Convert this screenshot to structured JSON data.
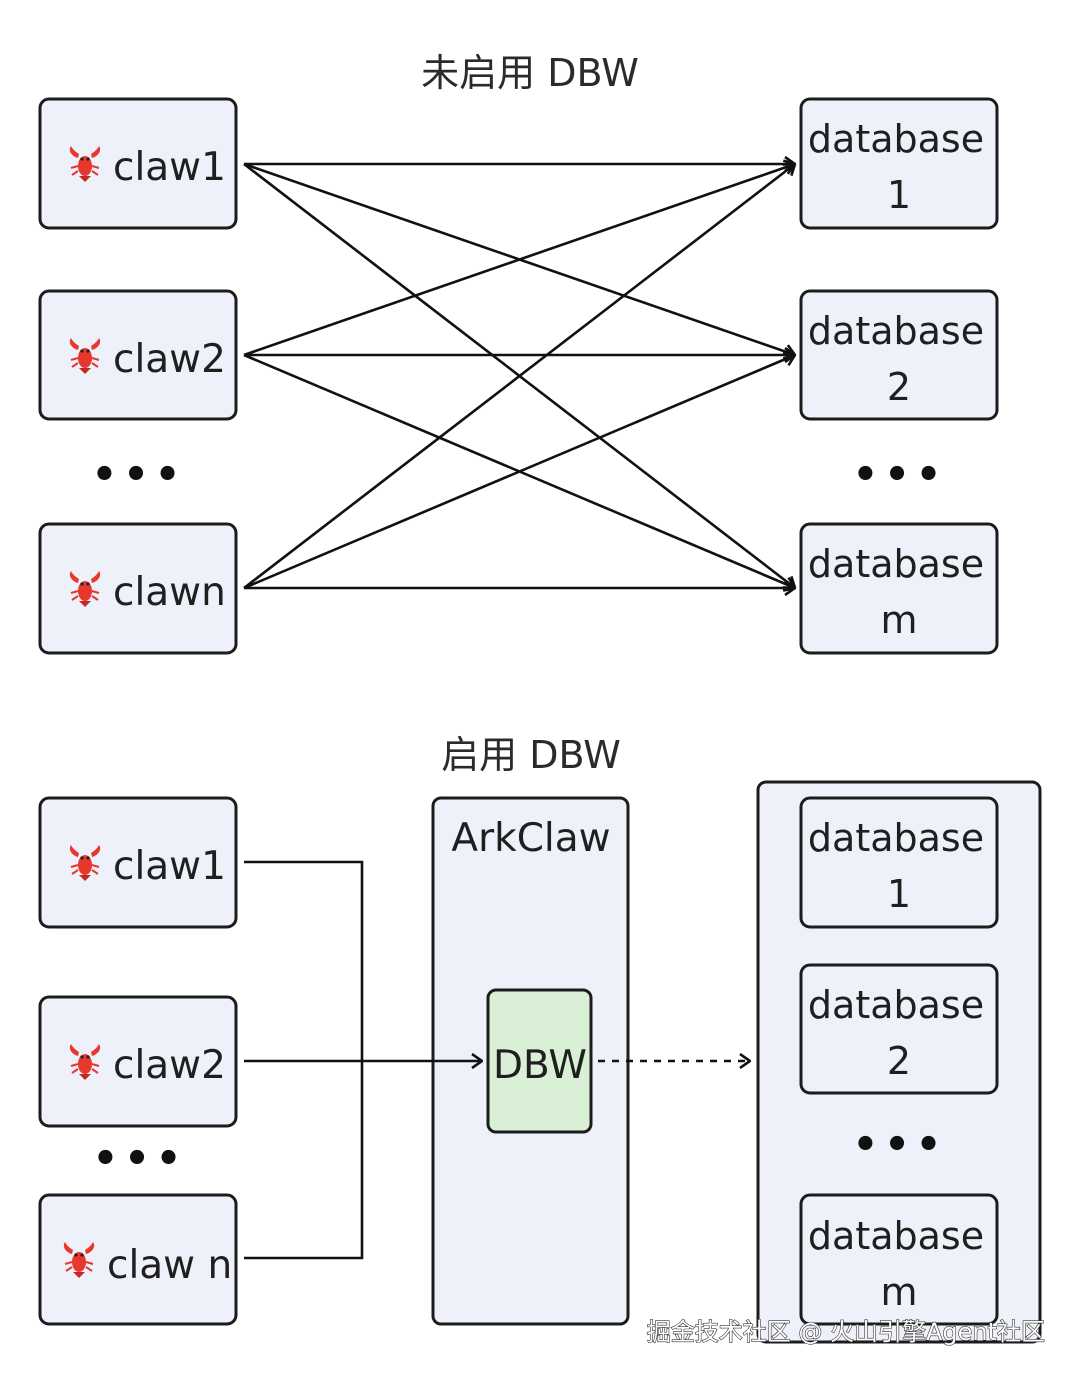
{
  "top": {
    "title": "未启用 DBW",
    "claws": [
      "claw1",
      "claw2",
      "clawn"
    ],
    "databases": [
      [
        "database",
        "1"
      ],
      [
        "database",
        "2"
      ],
      [
        "database",
        "m"
      ]
    ],
    "left_ellipsis": "•••",
    "right_ellipsis": "•••"
  },
  "bottom": {
    "title": "启用 DBW",
    "claws": [
      "claw1",
      "claw2",
      "claw n"
    ],
    "ellipsis_left": "•••",
    "container_label": "ArkClaw",
    "dbw_label": "DBW",
    "databases": [
      [
        "database",
        "1"
      ],
      [
        "database",
        "2"
      ],
      [
        "database",
        "m"
      ]
    ],
    "ellipsis_right": "•••"
  },
  "icons": {
    "claw_icon": "lobster-icon",
    "lobster_color": "#e8382e"
  },
  "colors": {
    "node_fill": "#eef1f9",
    "dbw_fill": "#d9f0d6",
    "stroke": "#1c1c1c"
  },
  "watermark": "掘金技术社区 @ 火山引擎Agent社区"
}
